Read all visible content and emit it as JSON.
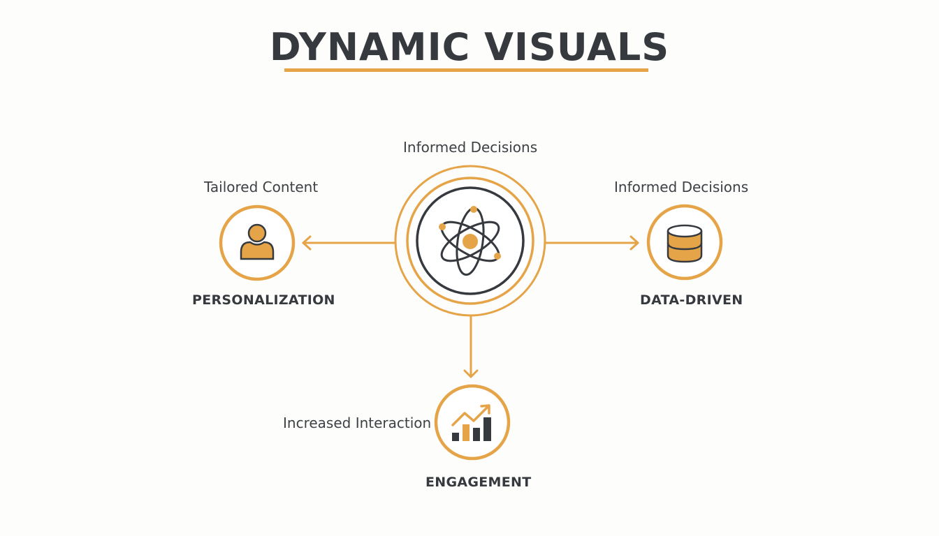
{
  "title": "DYNAMIC VISUALS",
  "colors": {
    "accent": "#e5a448",
    "dark": "#363a3f",
    "background": "#fdfdfc"
  },
  "center": {
    "icon": "atom-icon",
    "caption": "Informed Decisions"
  },
  "nodes": [
    {
      "id": "personalization",
      "icon": "user-icon",
      "caption": "Tailored Content",
      "label": "PERSONALIZATION"
    },
    {
      "id": "data-driven",
      "icon": "database-icon",
      "caption": "Informed Decisions",
      "label": "DATA-DRIVEN"
    },
    {
      "id": "engagement",
      "icon": "growth-chart-icon",
      "caption": "Increased Interaction",
      "label": "ENGAGEMENT"
    }
  ]
}
